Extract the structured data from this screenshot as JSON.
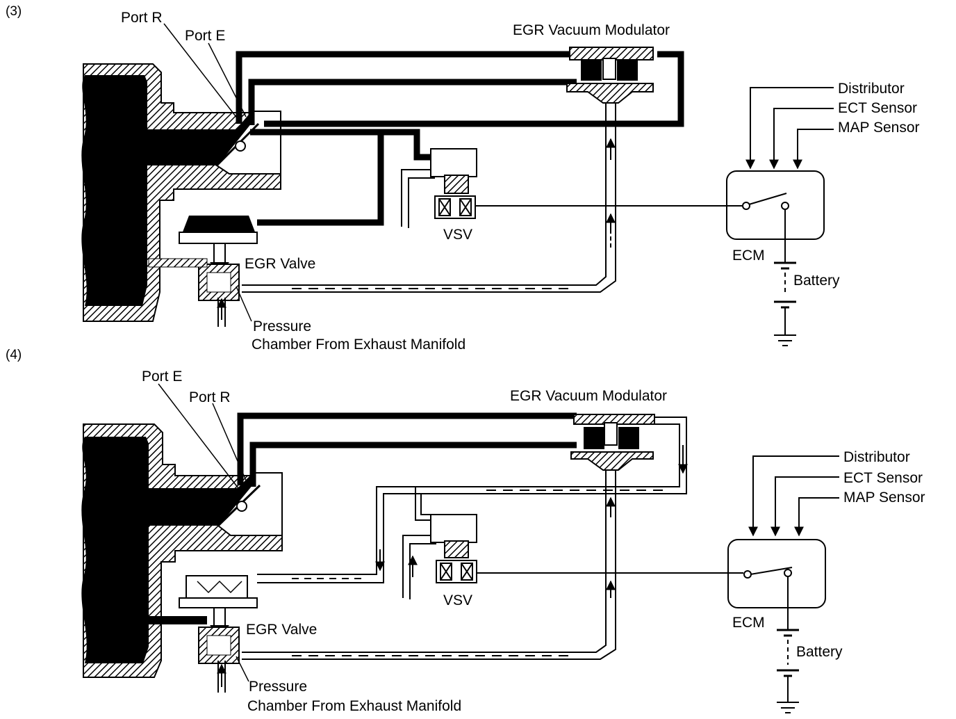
{
  "diagrams": [
    {
      "number": "(3)",
      "labels": {
        "port_r": "Port R",
        "port_e": "Port E",
        "modulator": "EGR Vacuum Modulator",
        "vsv": "VSV",
        "egr_valve": "EGR Valve",
        "pressure": "Pressure",
        "chamber": "Chamber From Exhaust Manifold",
        "distributor": "Distributor",
        "ect": "ECT Sensor",
        "map": "MAP Sensor",
        "ecm": "ECM",
        "battery": "Battery"
      }
    },
    {
      "number": "(4)",
      "labels": {
        "port_e": "Port E",
        "port_r": "Port R",
        "modulator": "EGR Vacuum Modulator",
        "vsv": "VSV",
        "egr_valve": "EGR Valve",
        "pressure": "Pressure",
        "chamber": "Chamber From Exhaust Manifold",
        "distributor": "Distributor",
        "ect": "ECT Sensor",
        "map": "MAP Sensor",
        "ecm": "ECM",
        "battery": "Battery"
      }
    }
  ]
}
